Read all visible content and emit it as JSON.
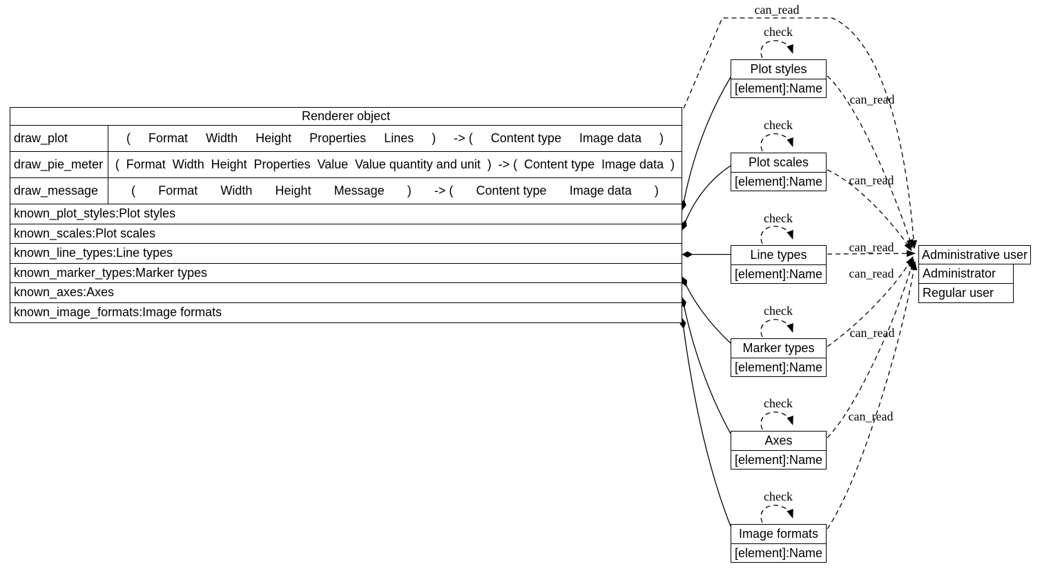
{
  "diagram": {
    "renderer": {
      "title": "Renderer object",
      "methods": [
        {
          "name": "draw_plot",
          "fields": [
            "(",
            "Format",
            "Width",
            "Height",
            "Properties",
            "Lines",
            ")",
            "-> (",
            "Content type",
            "Image data",
            ")"
          ]
        },
        {
          "name": "draw_pie_meter",
          "fields": [
            "(",
            "Format",
            "Width",
            "Height",
            "Properties",
            "Value",
            "Value quantity and unit",
            ")",
            "-> (",
            "Content type",
            "Image data",
            ")"
          ]
        },
        {
          "name": "draw_message",
          "fields": [
            "(",
            "Format",
            "Width",
            "Height",
            "Message",
            ")",
            "-> (",
            "Content type",
            "Image data",
            ")"
          ]
        }
      ],
      "attributes": [
        "known_plot_styles:Plot styles",
        "known_scales:Plot scales",
        "known_line_types:Line types",
        "known_marker_types:Marker types",
        "known_axes:Axes",
        "known_image_formats:Image formats"
      ]
    },
    "entities": [
      {
        "title": "Plot styles",
        "attribute": "[element]:Name"
      },
      {
        "title": "Plot scales",
        "attribute": "[element]:Name"
      },
      {
        "title": "Line types",
        "attribute": "[element]:Name"
      },
      {
        "title": "Marker types",
        "attribute": "[element]:Name"
      },
      {
        "title": "Axes",
        "attribute": "[element]:Name"
      },
      {
        "title": "Image formats",
        "attribute": "[element]:Name"
      }
    ],
    "users": {
      "title": "Administrative user",
      "roles": [
        "Administrator",
        "Regular user"
      ]
    },
    "edge_labels": {
      "can_read": "can_read",
      "check": "check"
    },
    "relations": {
      "can_read_edges": [
        {
          "from": "Renderer object",
          "to": "Administrative user"
        },
        {
          "from": "Plot styles",
          "to": "Administrative user"
        },
        {
          "from": "Plot scales",
          "to": "Administrative user"
        },
        {
          "from": "Line types",
          "to": "Administrative user"
        },
        {
          "from": "Marker types",
          "to": "Administrative user"
        },
        {
          "from": "Axes",
          "to": "Administrative user"
        },
        {
          "from": "Image formats",
          "to": "Administrative user"
        }
      ],
      "contains_edges": [
        {
          "from": "Renderer object",
          "attribute": "known_plot_styles",
          "to": "Plot styles"
        },
        {
          "from": "Renderer object",
          "attribute": "known_scales",
          "to": "Plot scales"
        },
        {
          "from": "Renderer object",
          "attribute": "known_line_types",
          "to": "Line types"
        },
        {
          "from": "Renderer object",
          "attribute": "known_marker_types",
          "to": "Marker types"
        },
        {
          "from": "Renderer object",
          "attribute": "known_axes",
          "to": "Axes"
        },
        {
          "from": "Renderer object",
          "attribute": "known_image_formats",
          "to": "Image formats"
        }
      ],
      "check_self_loops": [
        "Plot styles",
        "Plot scales",
        "Line types",
        "Marker types",
        "Axes",
        "Image formats"
      ]
    },
    "colors": {
      "line": "#000000",
      "background": "#ffffff"
    }
  }
}
